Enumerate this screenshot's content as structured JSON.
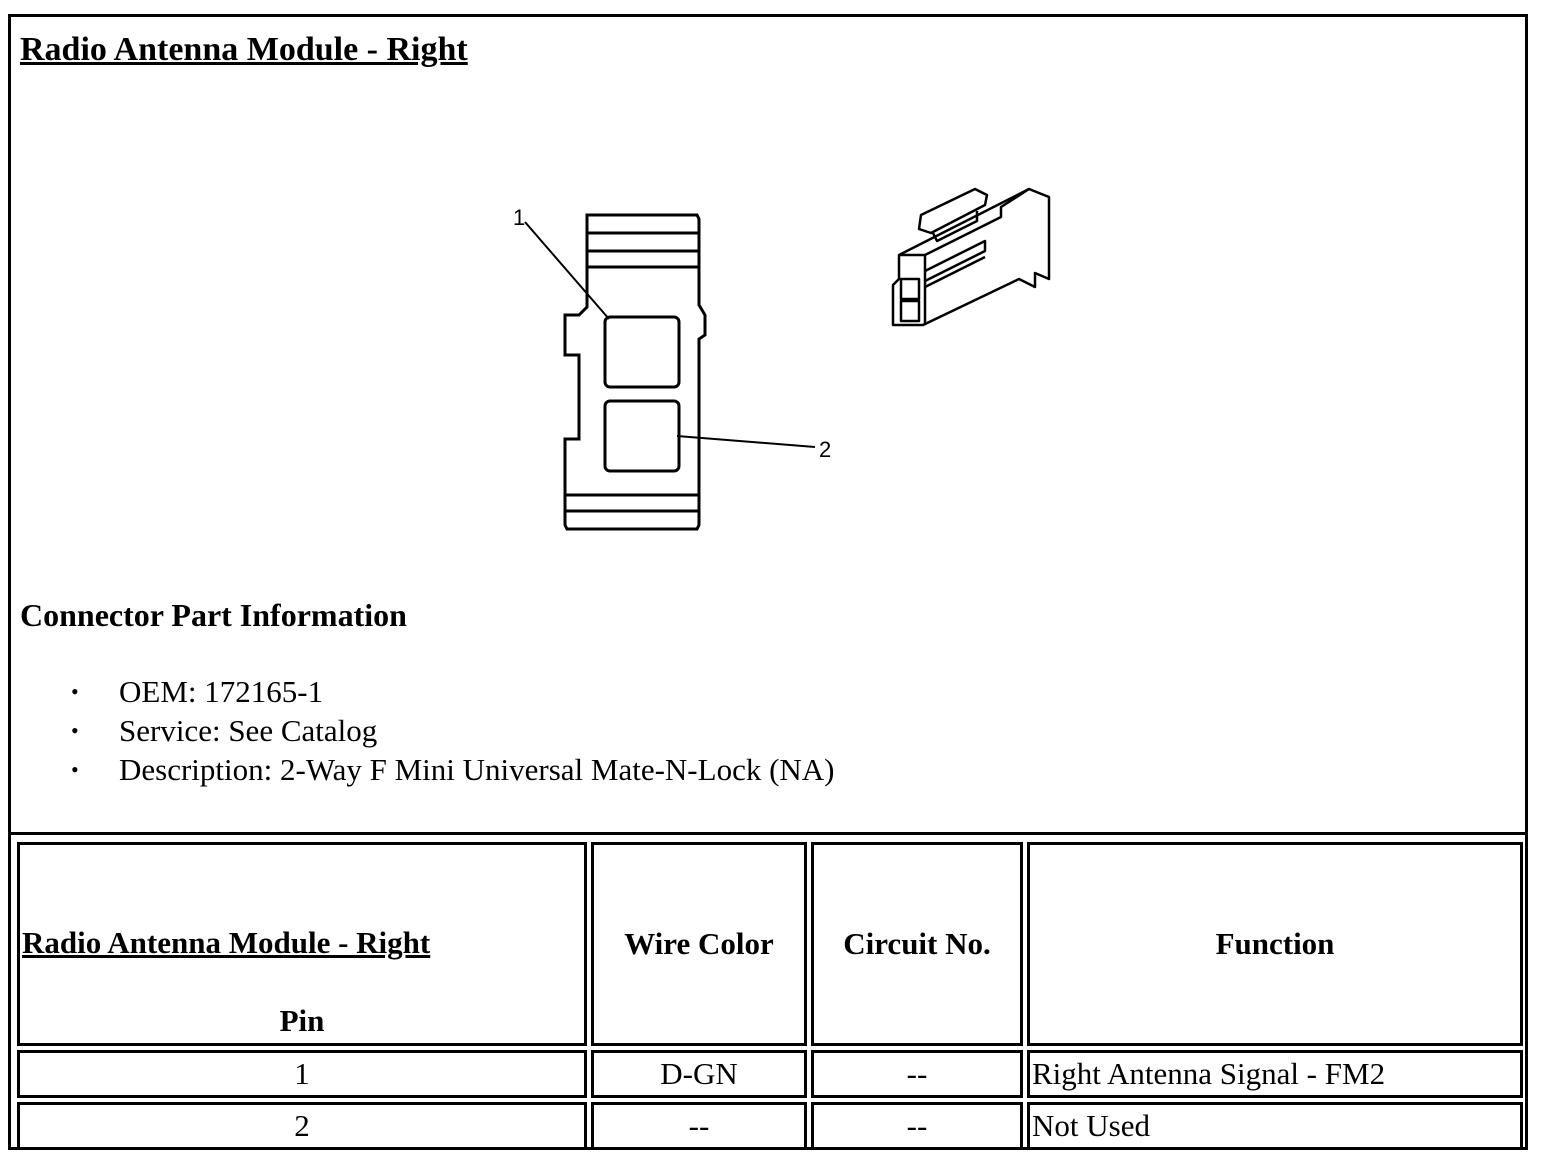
{
  "document": {
    "title": "Radio Antenna Module - Right",
    "figure_callouts": [
      "1",
      "2"
    ],
    "section_heading": "Connector Part Information",
    "part_info": [
      "OEM: 172165-1",
      "Service: See Catalog",
      "Description: 2-Way F Mini Universal Mate-N-Lock (NA)"
    ],
    "bullet_glyph": "•"
  },
  "table": {
    "headers": {
      "first_title": "Radio Antenna Module - Right",
      "first_sub": "Pin",
      "wire_color": "Wire Color",
      "circuit": "Circuit No.",
      "function": "Function"
    },
    "rows": [
      {
        "pin": "1",
        "wire_color": "D-GN",
        "circuit": "--",
        "function": "Right Antenna Signal - FM2"
      },
      {
        "pin": "2",
        "wire_color": "--",
        "circuit": "--",
        "function": "Not Used"
      }
    ]
  }
}
